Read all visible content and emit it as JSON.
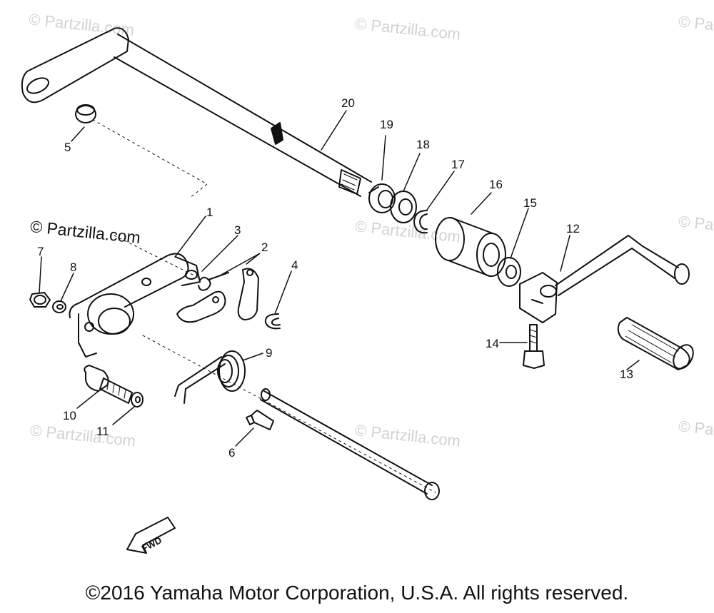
{
  "watermark": {
    "text": "© Partzilla.com"
  },
  "callouts": [
    "1",
    "2",
    "3",
    "4",
    "5",
    "6",
    "7",
    "8",
    "9",
    "10",
    "11",
    "12",
    "13",
    "14",
    "15",
    "16",
    "17",
    "18",
    "19",
    "20"
  ],
  "fwd_label": "FWD",
  "copyright": "©2016 Yamaha Motor Corporation, U.S.A. All rights reserved."
}
